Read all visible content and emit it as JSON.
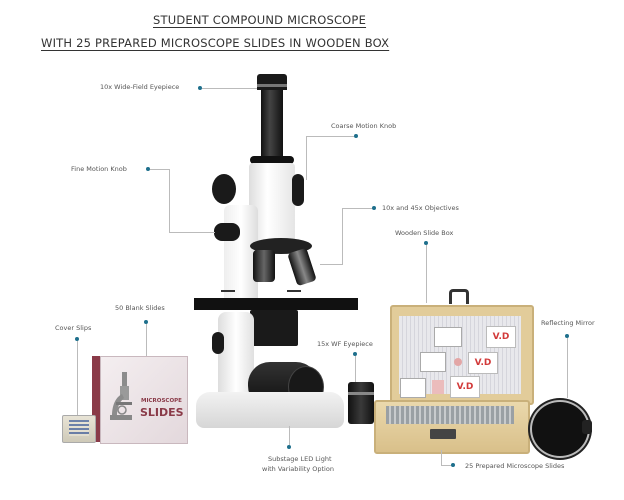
{
  "header": {
    "title_line1": "STUDENT COMPOUND MICROSCOPE",
    "title_line2": "WITH 25 PREPARED MICROSCOPE SLIDES IN WOODEN BOX"
  },
  "callouts": {
    "eyepiece_10x": "10x Wide-Field Eyepiece",
    "coarse_knob": "Coarse Motion Knob",
    "fine_knob": "Fine Motion Knob",
    "objectives": "10x and 45x Objectives",
    "wooden_box": "Wooden Slide Box",
    "blank_slides": "50 Blank Slides",
    "cover_slips": "Cover Slips",
    "eyepiece_15x": "15x WF Eyepiece",
    "mirror": "Reflecting Mirror",
    "led_line1": "Substage LED Light",
    "led_line2": "with Variability Option",
    "prepared_slides": "25 Prepared Microscope Slides"
  },
  "products": {
    "slide_box_label_top": "MICROSCOPE",
    "slide_box_label_main": "SLIDES",
    "vd_labels": [
      "V.D",
      "V.D",
      "V.D"
    ]
  },
  "colors": {
    "accent_dot": "#1e6f8c",
    "wood": "#e2cc9a",
    "slide_red": "#d23a3a",
    "box_maroon": "#8a3a48"
  }
}
